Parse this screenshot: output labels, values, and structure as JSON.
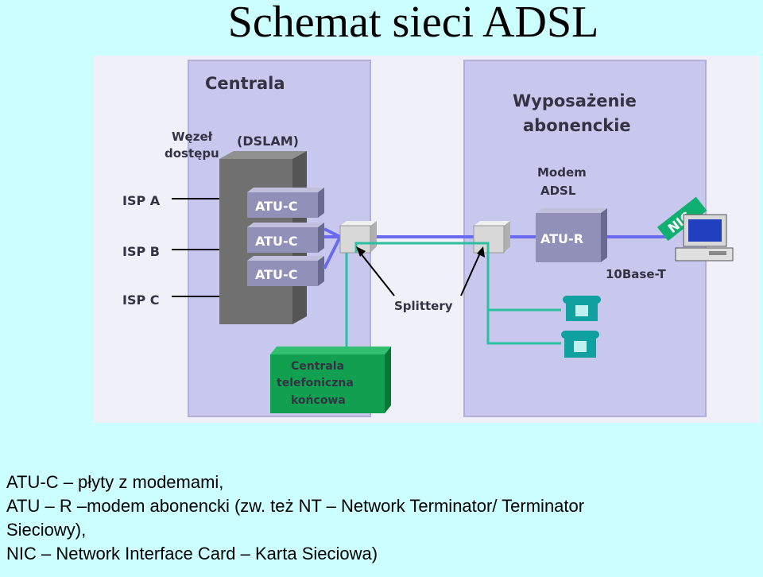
{
  "title": "Schemat sieci ADSL",
  "diagram": {
    "central_office": "Centrala",
    "access_node_l1": "Węzeł",
    "access_node_l2": "dostępu",
    "dslam": "(DSLAM)",
    "isp": [
      "ISP A",
      "ISP B",
      "ISP C"
    ],
    "atu_c": [
      "ATU-C",
      "ATU-C",
      "ATU-C"
    ],
    "splitters": "Splittery",
    "exchange_l1": "Centrala",
    "exchange_l2": "telefoniczna",
    "exchange_l3": "końcowa",
    "subscriber_l1": "Wyposażenie",
    "subscriber_l2": "abonenckie",
    "modem_l1": "Modem",
    "modem_l2": "ADSL",
    "atu_r": "ATU-R",
    "nic": "NIC",
    "ethernet": "10Base-T",
    "colors": {
      "background": "#f0f0f8",
      "panel": "#c8c8ee",
      "line_blue": "#6a6af0",
      "line_green": "#2ac0a0",
      "dslam_gray": "#707070",
      "atu_box": "#9090b8",
      "exchange_green": "#10a050",
      "phone": "#10a0a0"
    }
  },
  "caption": {
    "line1": "ATU-C – płyty z modemami,",
    "line2": "ATU – R –modem abonencki (zw. też NT – Network Terminator/ Terminator",
    "line3": "Sieciowy),",
    "line4": "NIC – Network Interface Card – Karta Sieciowa)"
  }
}
